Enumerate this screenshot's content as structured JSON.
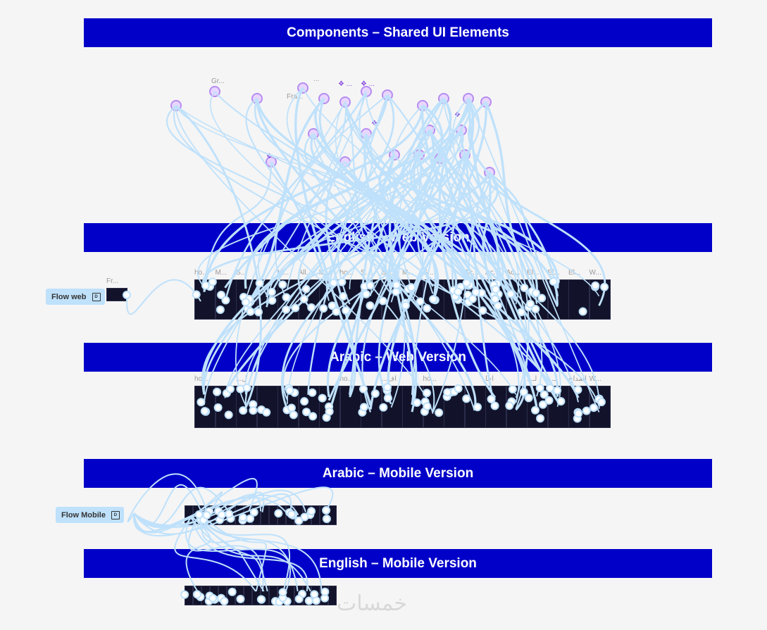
{
  "sections": [
    {
      "title": "Components – Shared UI Elements"
    },
    {
      "title": "English – Web Version"
    },
    {
      "title": "Arabic – Web Version"
    },
    {
      "title": "Arabic – Mobile Version"
    },
    {
      "title": "English – Mobile Version"
    }
  ],
  "flows": [
    {
      "label": "Flow web",
      "icon": "play-frame-icon",
      "start_frame_label": "Fr..."
    },
    {
      "label": "Flow Mobile",
      "icon": "play-frame-icon"
    }
  ],
  "english_web_frames": [
    "ho...",
    "M...",
    "S...",
    "",
    "Li...",
    "All...",
    "k...",
    "ho...",
    "S...",
    "Su...",
    "M...",
    "S...",
    "",
    "Ac...",
    "Ac...",
    "Ac...",
    "El...",
    "El...",
    "El...",
    "W..."
  ],
  "arabic_web_frames": [
    "ho...",
    "",
    "...ل",
    "",
    "",
    "",
    "",
    "ho...",
    "",
    "...اف",
    "",
    "ho...",
    "",
    "",
    "اخا",
    "",
    "...لـ",
    "...لـ",
    "المداح",
    "W..."
  ],
  "component_labels": [
    "Gr...",
    "Fra...",
    "...",
    "❖ ...",
    "❖ ...",
    "❖",
    "❖",
    "❖ ..."
  ],
  "wire_color": "#bfe1fb",
  "banner_color": "#0000c8",
  "watermark": "خمسات"
}
